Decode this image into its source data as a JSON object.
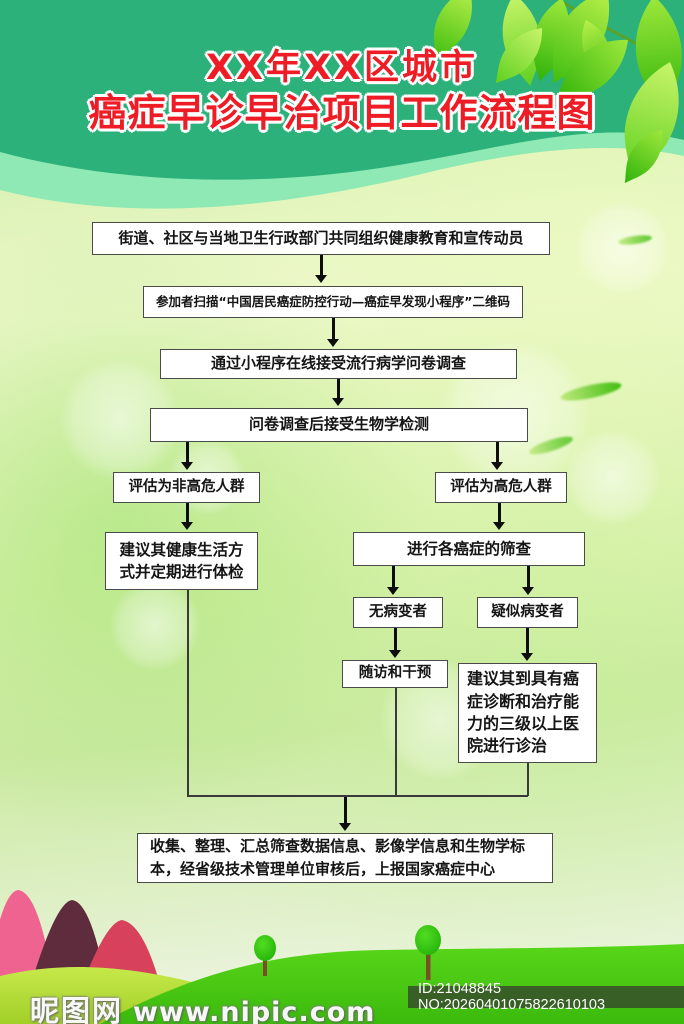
{
  "title": {
    "line1": "XX年XX区城市",
    "line2": "癌症早诊早治项目工作流程图"
  },
  "flowchart": {
    "b1": "街道、社区与当地卫生行政部门共同组织健康教育和宣传动员",
    "b2": "参加者扫描“中国居民癌症防控行动—癌症早发现小程序”二维码",
    "b3": "通过小程序在线接受流行病学问卷调查",
    "b4": "问卷调查后接受生物学检测",
    "b5": "评估为非高危人群",
    "b6": "评估为高危人群",
    "b7": "建议其健康生活方\n式并定期进行体检",
    "b8": "进行各癌症的筛查",
    "b9": "无病变者",
    "b10": "疑似病变者",
    "b11": "随访和干预",
    "b12": "建议其到具有癌\n症诊断和治疗能\n力的三级以上医\n院进行诊治",
    "b13": "收集、整理、汇总筛查数据信息、影像学信息和生物学标\n本，经省级技术管理单位审核后，上报国家癌症中心"
  },
  "footer": {
    "watermark_site": "昵图网",
    "watermark_url": "www.nipic.com",
    "image_id": "ID:21048845 NO:20260401075822610103"
  },
  "colors": {
    "header_green": "#2bb179",
    "title_red": "#ee1c24",
    "mint_wave": "#8fe9b4",
    "hill_green": "#4ecb13",
    "hill_yellow": "#b5e036",
    "mountain_pink": "#ef6390",
    "mountain_maroon": "#5f2c3e",
    "mountain_red": "#d8415b"
  }
}
